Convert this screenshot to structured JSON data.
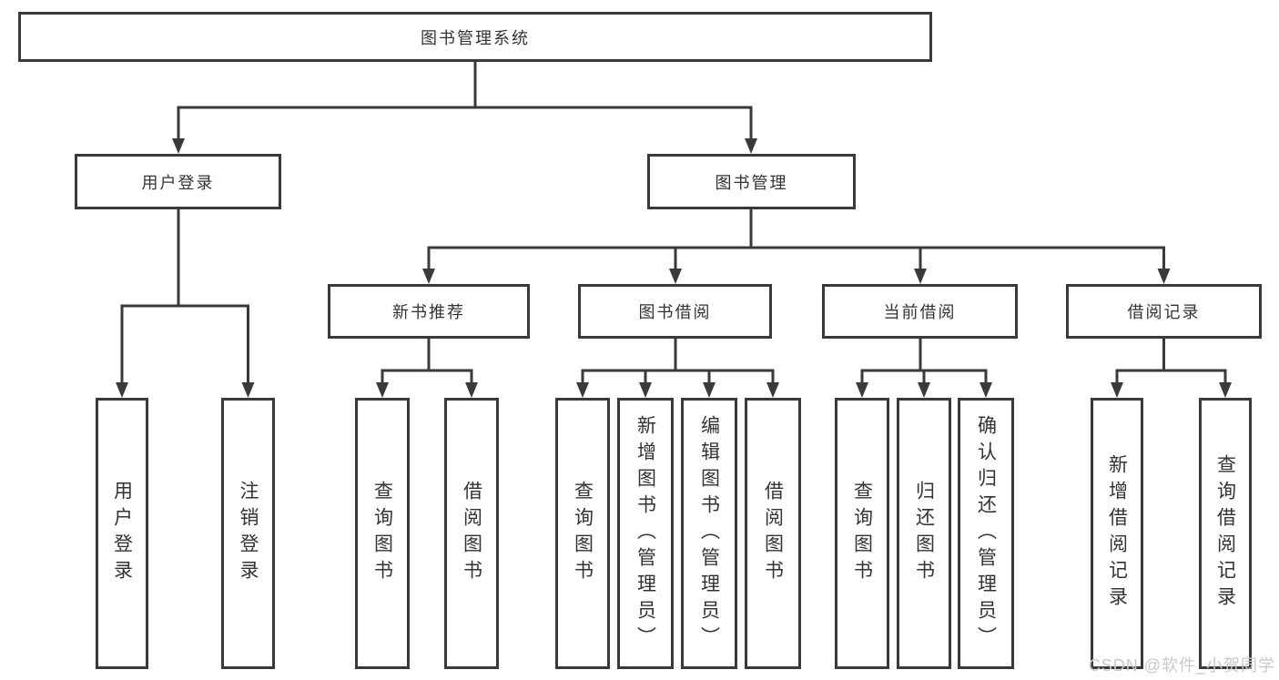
{
  "diagram": {
    "root": {
      "label": "图书管理系统"
    },
    "level2": [
      {
        "label": "用户登录"
      },
      {
        "label": "图书管理"
      }
    ],
    "level3": [
      {
        "label": "新书推荐"
      },
      {
        "label": "图书借阅"
      },
      {
        "label": "当前借阅"
      },
      {
        "label": "借阅记录"
      }
    ],
    "leaves": {
      "login": [
        {
          "label": "用户登录"
        },
        {
          "label": "注销登录"
        }
      ],
      "recommend": [
        {
          "label": "查询图书"
        },
        {
          "label": "借阅图书"
        }
      ],
      "borrow": [
        {
          "label": "查询图书"
        },
        {
          "label": "新增图书（管理员）"
        },
        {
          "label": "编辑图书（管理员）"
        },
        {
          "label": "借阅图书"
        }
      ],
      "current": [
        {
          "label": "查询图书"
        },
        {
          "label": "归还图书"
        },
        {
          "label": "确认归还（管理员）"
        }
      ],
      "records": [
        {
          "label": "新增借阅记录"
        },
        {
          "label": "查询借阅记录"
        }
      ]
    },
    "line_color": "#3a3a3a"
  },
  "watermark": {
    "text": "CSDN @软件_小贺同学",
    "color": "#c9c9c9"
  }
}
